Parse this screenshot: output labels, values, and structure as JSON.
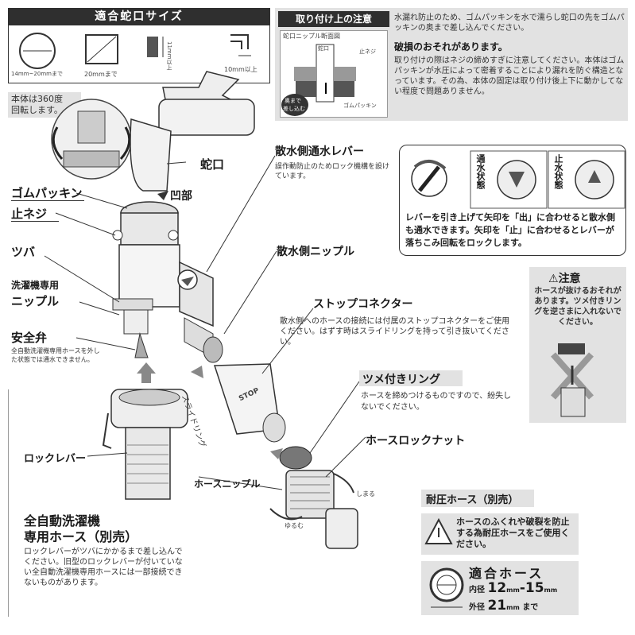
{
  "sizes_box": {
    "title": "適合蛇口サイズ",
    "round_range": "14mm~20mm",
    "round_suffix": "まで",
    "square_size": "20mm",
    "square_suffix": "まで",
    "height_dim": "11mm以上",
    "height_dim_alt": "11mm",
    "height_dim_alt2": "以上",
    "spout_dim": "10mm以上"
  },
  "rotate_note": {
    "line1": "本体は360度",
    "line2": "回転します。"
  },
  "install_caution": {
    "title": "取り付け上の注意",
    "diagram_title": "蛇口ニップル断面図",
    "label_faucet": "蛇口",
    "label_stop": "止ネジ",
    "label_gasket": "ゴムパッキン",
    "label_insert_1": "奥まで",
    "label_insert_2": "差し込む",
    "body": "水漏れ防止のため、ゴムパッキンを水で濡らし蛇口の先をゴムパッキンの奥まで差し込んでください。",
    "warn_title": "破損のおそれがあります。",
    "warn_body": "取り付けの際はネジの締めすぎに注意してください。本体はゴムパッキンが水圧によって密着することにより漏れを防ぐ構造となっています。その為、本体の固定は取り付け後上下に動かしてない程度で問題ありません。"
  },
  "callouts": {
    "faucet": "蛇口",
    "recess": "凹部",
    "gasket": "ゴムパッキン",
    "stop_screw": "止ネジ",
    "flange": "ツバ",
    "washer_nipple_1": "洗濯機専用",
    "washer_nipple_2": "ニップル",
    "safety_valve": "安全弁",
    "safety_note": "全自動洗濯機専用ホースを外した状態では通水できません。",
    "lever_title": "散水側通水レバー",
    "lever_note": "誤作動防止のためロック機構を設けています。",
    "spray_nipple": "散水側ニップル",
    "stop_connector": "ストップコネクター",
    "stop_connector_note": "散水側へのホースの接続には付属のストップコネクターをご使用ください。はずす時はスライドリングを持って引き抜いてください。",
    "slide_ring": "スライドリング",
    "stop_mark": "STOP",
    "claw_ring": "ツメ付きリング",
    "claw_ring_note": "ホースを締めつけるものですので、紛失しないでください。",
    "hose_lock_nut": "ホースロックナット",
    "hose_nipple": "ホースニップル",
    "tighten": "しまる",
    "loosen": "ゆるむ",
    "lock_lever": "ロックレバー"
  },
  "lever_box": {
    "open_label": "通水状態",
    "stop_label": "止水状態",
    "body": "レバーを引き上げて矢印を「出」に合わせると散水側も通水できます。矢印を「止」に合わせるとレバーが落ちこみ回転をロックします。"
  },
  "caution_box": {
    "title": "注意",
    "body": "ホースが抜けるおそれがあります。ツメ付きリングを逆さまに入れないでください。"
  },
  "washer_hose": {
    "title_1": "全自動洗濯機",
    "title_2": "専用ホース（別売）",
    "note": "ロックレバーがツバにかかるまで差し込んでください。旧型のロックレバーが付いていない全自動洗濯機専用ホースには一部接続できないものがあります。"
  },
  "pressure_hose": {
    "title": "耐圧ホース（別売）",
    "warn": "ホースのふくれや破裂を防止する為耐圧ホースをご使用ください。"
  },
  "fit_hose": {
    "title": "適合ホース",
    "inner_label": "内径",
    "inner_value": "12",
    "inner_unit": "mm",
    "inner_value2": "-15",
    "inner_unit2": "mm",
    "outer_label": "外径",
    "outer_value": "21",
    "outer_unit": "mm",
    "outer_suffix": "まで"
  },
  "colors": {
    "dark": "#2f2f2f",
    "panel_gray": "#e2e2e2",
    "line": "#333333"
  }
}
